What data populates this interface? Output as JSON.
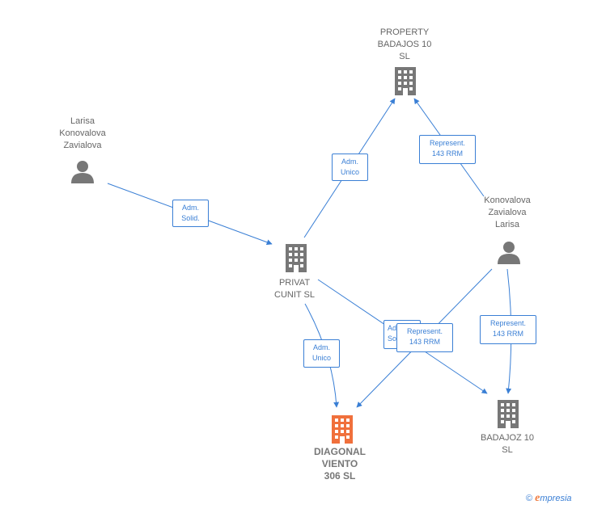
{
  "nodes": {
    "property_badajos": {
      "label": "PROPERTY\nBADAJOS 10\nSL"
    },
    "larisa_konovalova": {
      "label": "Larisa\nKonovalova\nZavialova"
    },
    "konovalova_larisa": {
      "label": "Konovalova\nZavialova\nLarisa"
    },
    "privat_cunit": {
      "label": "PRIVAT\nCUNIT SL"
    },
    "diagonal_viento": {
      "label": "DIAGONAL\nVIENTO\n306 SL"
    },
    "badajoz_10": {
      "label": "BADAJOZ 10\nSL"
    }
  },
  "edges": {
    "adm_solid": "Adm.\nSolid.",
    "adm_unico_top": "Adm.\nUnico",
    "represent_top": "Represent.\n143 RRM",
    "adm_unico_bottom": "Adm.\nUnico",
    "adm_hidden": "Adm.\nSol.",
    "represent_mid": "Represent.\n143 RRM",
    "represent_right": "Represent.\n143 RRM"
  },
  "colors": {
    "edge": "#3a7fd5",
    "icon": "#777777",
    "focus_icon": "#f0703c"
  },
  "branding": {
    "copyright": "©",
    "initial": "e",
    "name": "mpresia"
  }
}
